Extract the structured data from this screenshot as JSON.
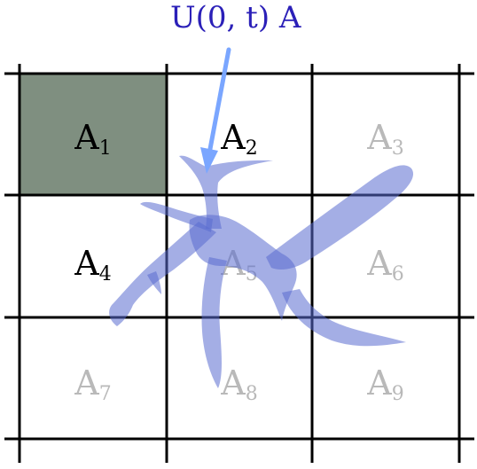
{
  "annotation": {
    "label": "U(0, t) A",
    "color": "#2b20b8",
    "arrow_color": "#7aa6ff"
  },
  "colors": {
    "grid_line": "#000000",
    "shaded_cell": "#7f8f80",
    "blob": "#5a6bd0",
    "dark_text": "#000000",
    "light_text": "#b9b9b9"
  },
  "cells": [
    {
      "id": "A1",
      "base": "A",
      "sub": "1",
      "shaded": true,
      "emphasis": "dark"
    },
    {
      "id": "A2",
      "base": "A",
      "sub": "2",
      "shaded": false,
      "emphasis": "dark"
    },
    {
      "id": "A3",
      "base": "A",
      "sub": "3",
      "shaded": false,
      "emphasis": "light"
    },
    {
      "id": "A4",
      "base": "A",
      "sub": "4",
      "shaded": false,
      "emphasis": "dark"
    },
    {
      "id": "A5",
      "base": "A",
      "sub": "5",
      "shaded": false,
      "emphasis": "light"
    },
    {
      "id": "A6",
      "base": "A",
      "sub": "6",
      "shaded": false,
      "emphasis": "light"
    },
    {
      "id": "A7",
      "base": "A",
      "sub": "7",
      "shaded": false,
      "emphasis": "light"
    },
    {
      "id": "A8",
      "base": "A",
      "sub": "8",
      "shaded": false,
      "emphasis": "light"
    },
    {
      "id": "A9",
      "base": "A",
      "sub": "9",
      "shaded": false,
      "emphasis": "light"
    }
  ]
}
